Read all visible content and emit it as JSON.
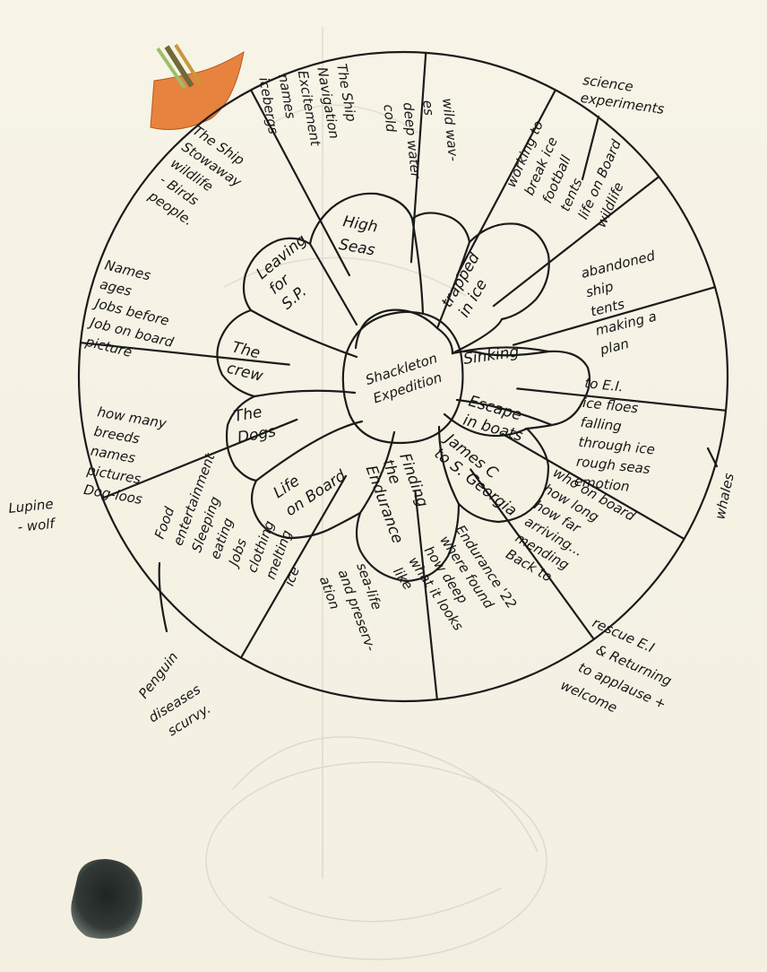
{
  "center": {
    "line1": "Shackleton",
    "line2": "Expedition"
  },
  "petals": [
    {
      "id": "leaving",
      "lines": [
        "Leaving",
        "for",
        "S.P."
      ]
    },
    {
      "id": "high-seas",
      "lines": [
        "High",
        "Seas"
      ]
    },
    {
      "id": "trapped",
      "lines": [
        "trapped",
        "in ice"
      ]
    },
    {
      "id": "sinking",
      "lines": [
        "Sinking"
      ]
    },
    {
      "id": "escape",
      "lines": [
        "Escape",
        "in boats"
      ]
    },
    {
      "id": "james-c",
      "lines": [
        "James C",
        "to S. Georgia"
      ]
    },
    {
      "id": "finding",
      "lines": [
        "Finding",
        "the",
        "Endurance"
      ]
    },
    {
      "id": "life",
      "lines": [
        "Life",
        "on Board"
      ]
    },
    {
      "id": "dogs",
      "lines": [
        "The",
        "Dogs"
      ]
    },
    {
      "id": "crew",
      "lines": [
        "The",
        "crew"
      ]
    }
  ],
  "sectors": [
    {
      "id": "ship-stowaway",
      "lines": [
        "The Ship",
        "Stowaway",
        "wildlife",
        "- Birds",
        "people."
      ]
    },
    {
      "id": "ship-navigation",
      "lines": [
        "The Ship",
        "Navigation",
        "Excitement",
        "names",
        "icebergs"
      ]
    },
    {
      "id": "wild-water",
      "lines": [
        "wild wav-",
        "es",
        "deep water",
        "cold"
      ]
    },
    {
      "id": "working-ice",
      "lines": [
        "working to",
        "break ice",
        "football",
        "tents",
        "life on Board",
        "wildlife"
      ]
    },
    {
      "id": "abandoned",
      "lines": [
        "abandoned",
        "ship",
        "tents",
        "making a",
        "plan"
      ]
    },
    {
      "id": "ice-floes",
      "lines": [
        "to E.I.",
        "ice floes",
        "falling",
        "through ice",
        "rough seas",
        "emotion"
      ]
    },
    {
      "id": "who-on-board",
      "lines": [
        "who on board",
        "how long",
        "how far",
        "arriving...",
        "mending",
        "Back to"
      ]
    },
    {
      "id": "endurance22",
      "lines": [
        "Endurance '22",
        "where found",
        "how deep",
        "what it looks",
        "like"
      ]
    },
    {
      "id": "sea-life",
      "lines": [
        "sea-life",
        "and preserv-",
        "ation"
      ]
    },
    {
      "id": "food",
      "lines": [
        "Food",
        "entertainment",
        "Sleeping",
        "eating",
        "Jobs",
        "clothing",
        "melting",
        "ice"
      ]
    },
    {
      "id": "dogs-detail",
      "lines": [
        "how many",
        "breeds",
        "names",
        "pictures",
        "Dog-loos"
      ]
    },
    {
      "id": "crew-detail",
      "lines": [
        "Names",
        "ages",
        "Jobs before",
        "Job on board",
        "picture"
      ]
    }
  ],
  "notes": {
    "science": [
      "science",
      "experiments"
    ],
    "whales": [
      "whales"
    ],
    "lupine": [
      "Lupine",
      "- wolf"
    ],
    "penguin": [
      "Penguin"
    ],
    "diseases": [
      "diseases",
      "scurvy."
    ],
    "rescue": [
      "rescue E.I",
      "& Returning",
      "to applause +",
      "welcome"
    ]
  },
  "colors": {
    "paper": "#f6f3e6",
    "ink": "#1b1b1b",
    "ship_orange": "#e8833f",
    "ink_blot": "#2a2e2c"
  }
}
